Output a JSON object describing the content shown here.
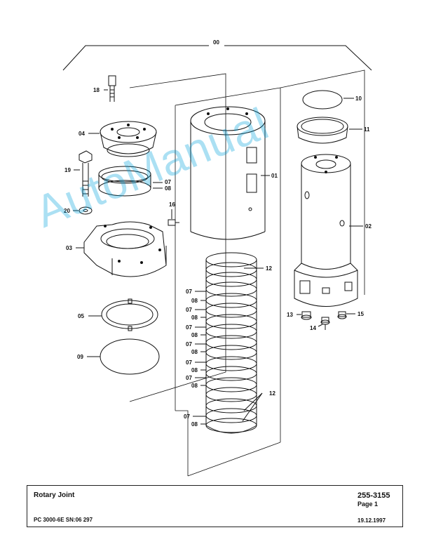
{
  "watermark": "AutoManual",
  "colors": {
    "line": "#111111",
    "watermark": "#00a0dc"
  },
  "callouts": {
    "c00": "00",
    "c01": "01",
    "c02": "02",
    "c03": "03",
    "c04": "04",
    "c05": "05",
    "c07": "07",
    "c08": "08",
    "c09": "09",
    "c10": "10",
    "c11": "11",
    "c12": "12",
    "c13": "13",
    "c14": "14",
    "c15": "15",
    "c16": "16",
    "c18": "18",
    "c19": "19",
    "c20": "20"
  },
  "title_block": {
    "title": "Rotary Joint",
    "part_number": "255-3155",
    "page": "Page 1",
    "model": "PC 3000-6E SN:06 297",
    "date": "19.12.1997"
  }
}
